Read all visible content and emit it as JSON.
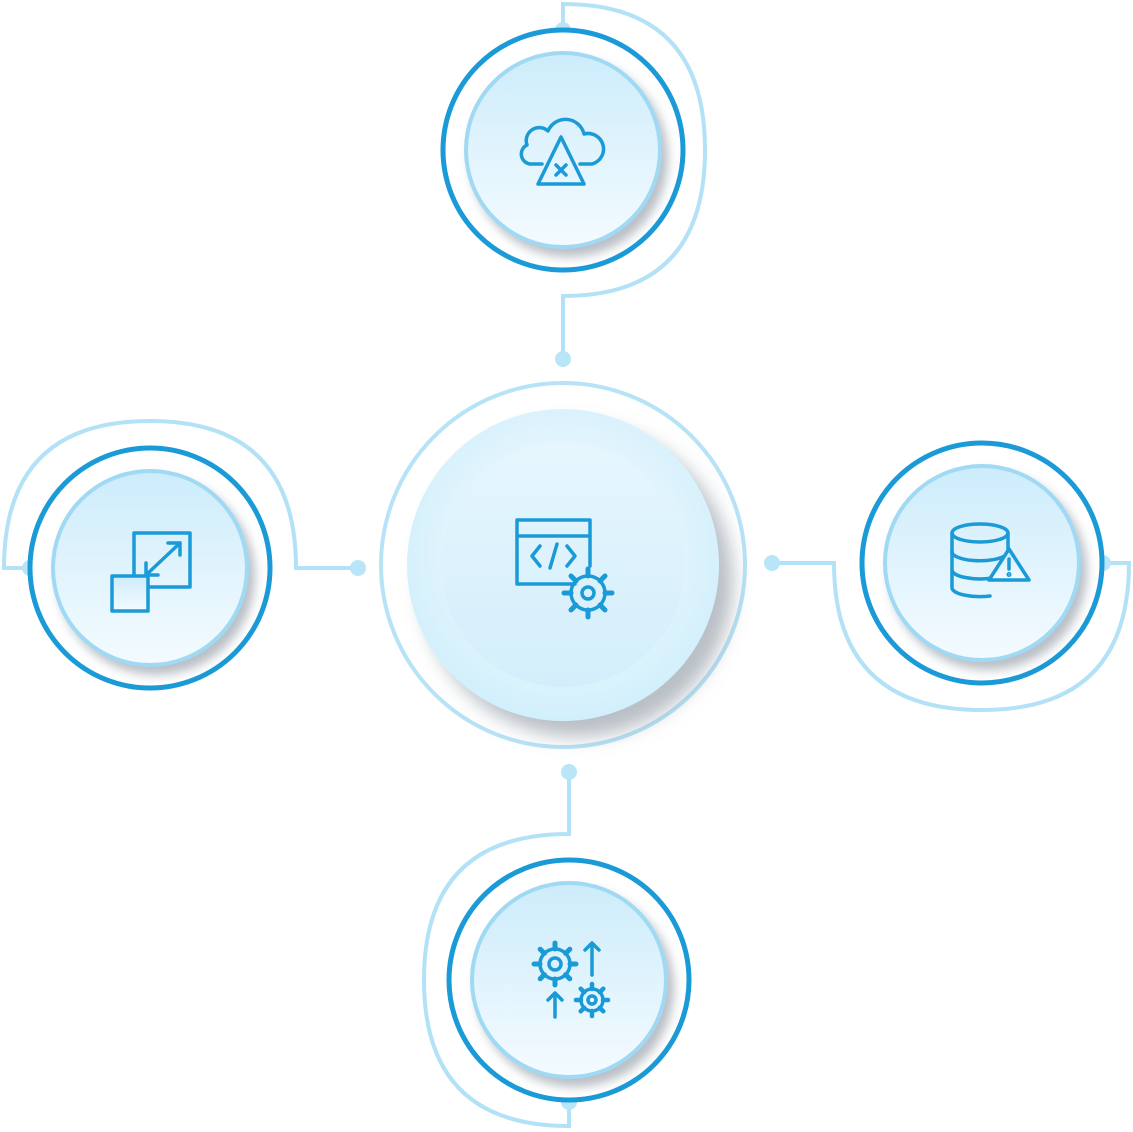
{
  "colors": {
    "accent": "#1a9ad6",
    "ring_light": "#b3e2f6",
    "dot": "#b9e5f8",
    "disc_top": "#d2eefb",
    "disc_bottom": "#f2fbff",
    "shadow": "#8a96a3"
  },
  "center": {
    "icon": "code-window-gear-icon"
  },
  "nodes": [
    {
      "id": "top",
      "icon": "cloud-warning-icon"
    },
    {
      "id": "left",
      "icon": "resize-expand-icon"
    },
    {
      "id": "right",
      "icon": "database-warning-icon"
    },
    {
      "id": "bottom",
      "icon": "gears-arrows-icon"
    }
  ]
}
